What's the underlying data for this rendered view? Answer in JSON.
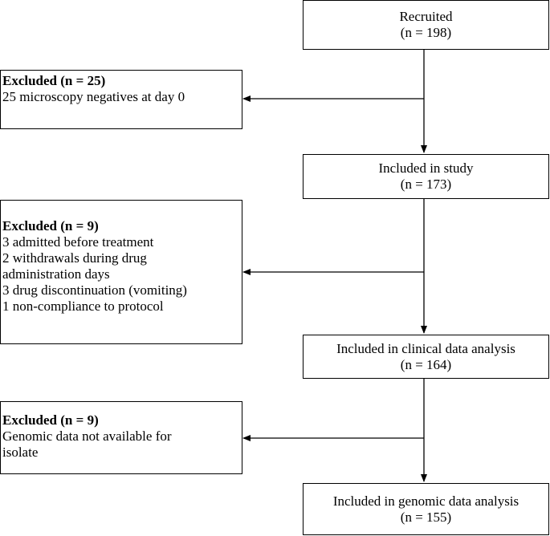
{
  "main_flow": [
    {
      "title": "Recruited",
      "count": "(n = 198)"
    },
    {
      "title": "Included in study",
      "count": "(n = 173)"
    },
    {
      "title": "Included in clinical data analysis",
      "count": "(n = 164)"
    },
    {
      "title": "Included in genomic data analysis",
      "count": "(n = 155)"
    }
  ],
  "exclusions": [
    {
      "heading": "Excluded (n = 25)",
      "lines": [
        "25 microscopy negatives at day 0"
      ]
    },
    {
      "heading": "Excluded (n = 9)",
      "lines": [
        "3 admitted before treatment",
        "2 withdrawals during drug",
        "administration days",
        "3 drug discontinuation (vomiting)",
        "1 non-compliance to protocol"
      ]
    },
    {
      "heading": "Excluded (n = 9)",
      "lines": [
        "Genomic data not available for",
        "isolate"
      ]
    }
  ]
}
